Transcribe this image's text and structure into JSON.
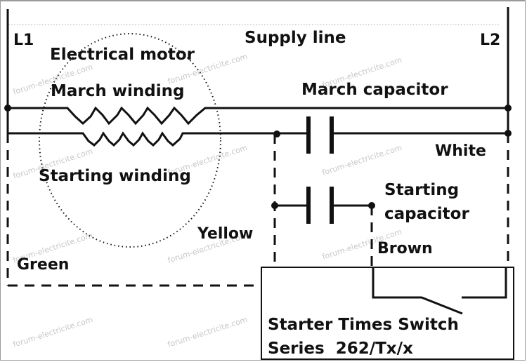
{
  "diagram": {
    "title": "Supply line",
    "labels": {
      "l1": "L1",
      "l2": "L2",
      "supply_line": "Supply line",
      "motor": "Electrical motor",
      "march_winding": "March winding",
      "starting_winding": "Starting winding",
      "march_capacitor": "March capacitor",
      "starting_capacitor_line1": "Starting",
      "starting_capacitor_line2": "capacitor",
      "white": "White",
      "yellow": "Yellow",
      "brown": "Brown",
      "green": "Green",
      "switch_line1": "Starter Times Switch",
      "switch_line2": "Series  262/Tx/x"
    },
    "wire_colors": [
      "White",
      "Yellow",
      "Brown",
      "Green"
    ],
    "watermark": "forum-electricite.com",
    "colors": {
      "line": "#111111",
      "background": "#ffffff",
      "watermark": "#c8c8c8",
      "border": "#9a9a9a"
    }
  }
}
